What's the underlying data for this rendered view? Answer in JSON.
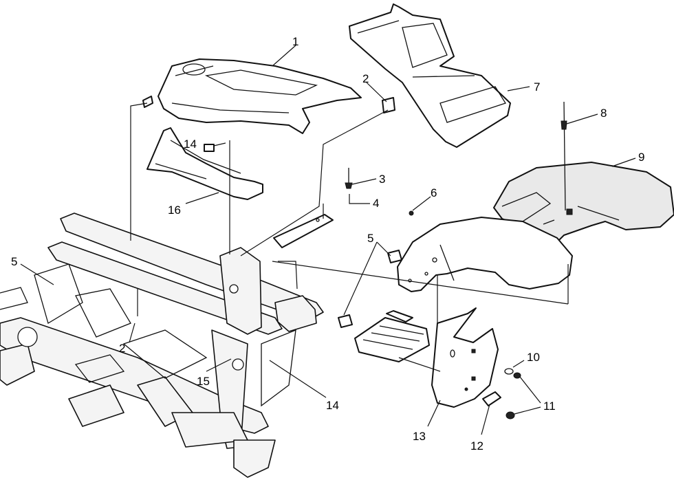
{
  "callouts": {
    "c1": "1",
    "c2_top": "2",
    "c2_bottom": "2",
    "c3": "3",
    "c4": "4",
    "c5_left": "5",
    "c5_mid": "5",
    "c6": "6",
    "c7": "7",
    "c8": "8",
    "c9": "9",
    "c10": "10",
    "c11": "11",
    "c12": "12",
    "c13": "13",
    "c14_top": "14",
    "c14_bottom": "14",
    "c15": "15",
    "c16": "16"
  }
}
